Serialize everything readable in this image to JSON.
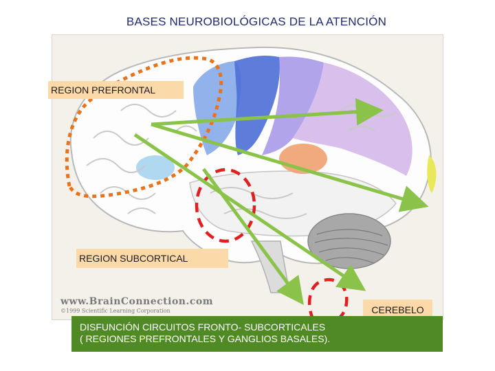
{
  "title": "BASES NEUROBIOLÓGICAS DE LA ATENCIÓN",
  "labels": {
    "prefrontal": "REGION PREFRONTAL",
    "subcortical": "REGION SUBCORTICAL",
    "cerebelo": "CEREBELO"
  },
  "caption": {
    "line1": "DISFUNCIÓN CIRCUITOS FRONTO- SUBCORTICALES",
    "line2": "( REGIONES PREFRONTALES Y GANGLIOS BASALES)."
  },
  "watermark": {
    "site": "www.BrainConnection.com",
    "copyright": "©1999 Scientific Learning Corporation"
  },
  "colors": {
    "arrow": "#8bc34a",
    "dashed_prefrontal": "#e8731a",
    "dashed_subcortical": "#e02020",
    "label_bg": "#fcd9a8",
    "caption_bg": "#4f8a24",
    "title": "#1f2a6b"
  }
}
